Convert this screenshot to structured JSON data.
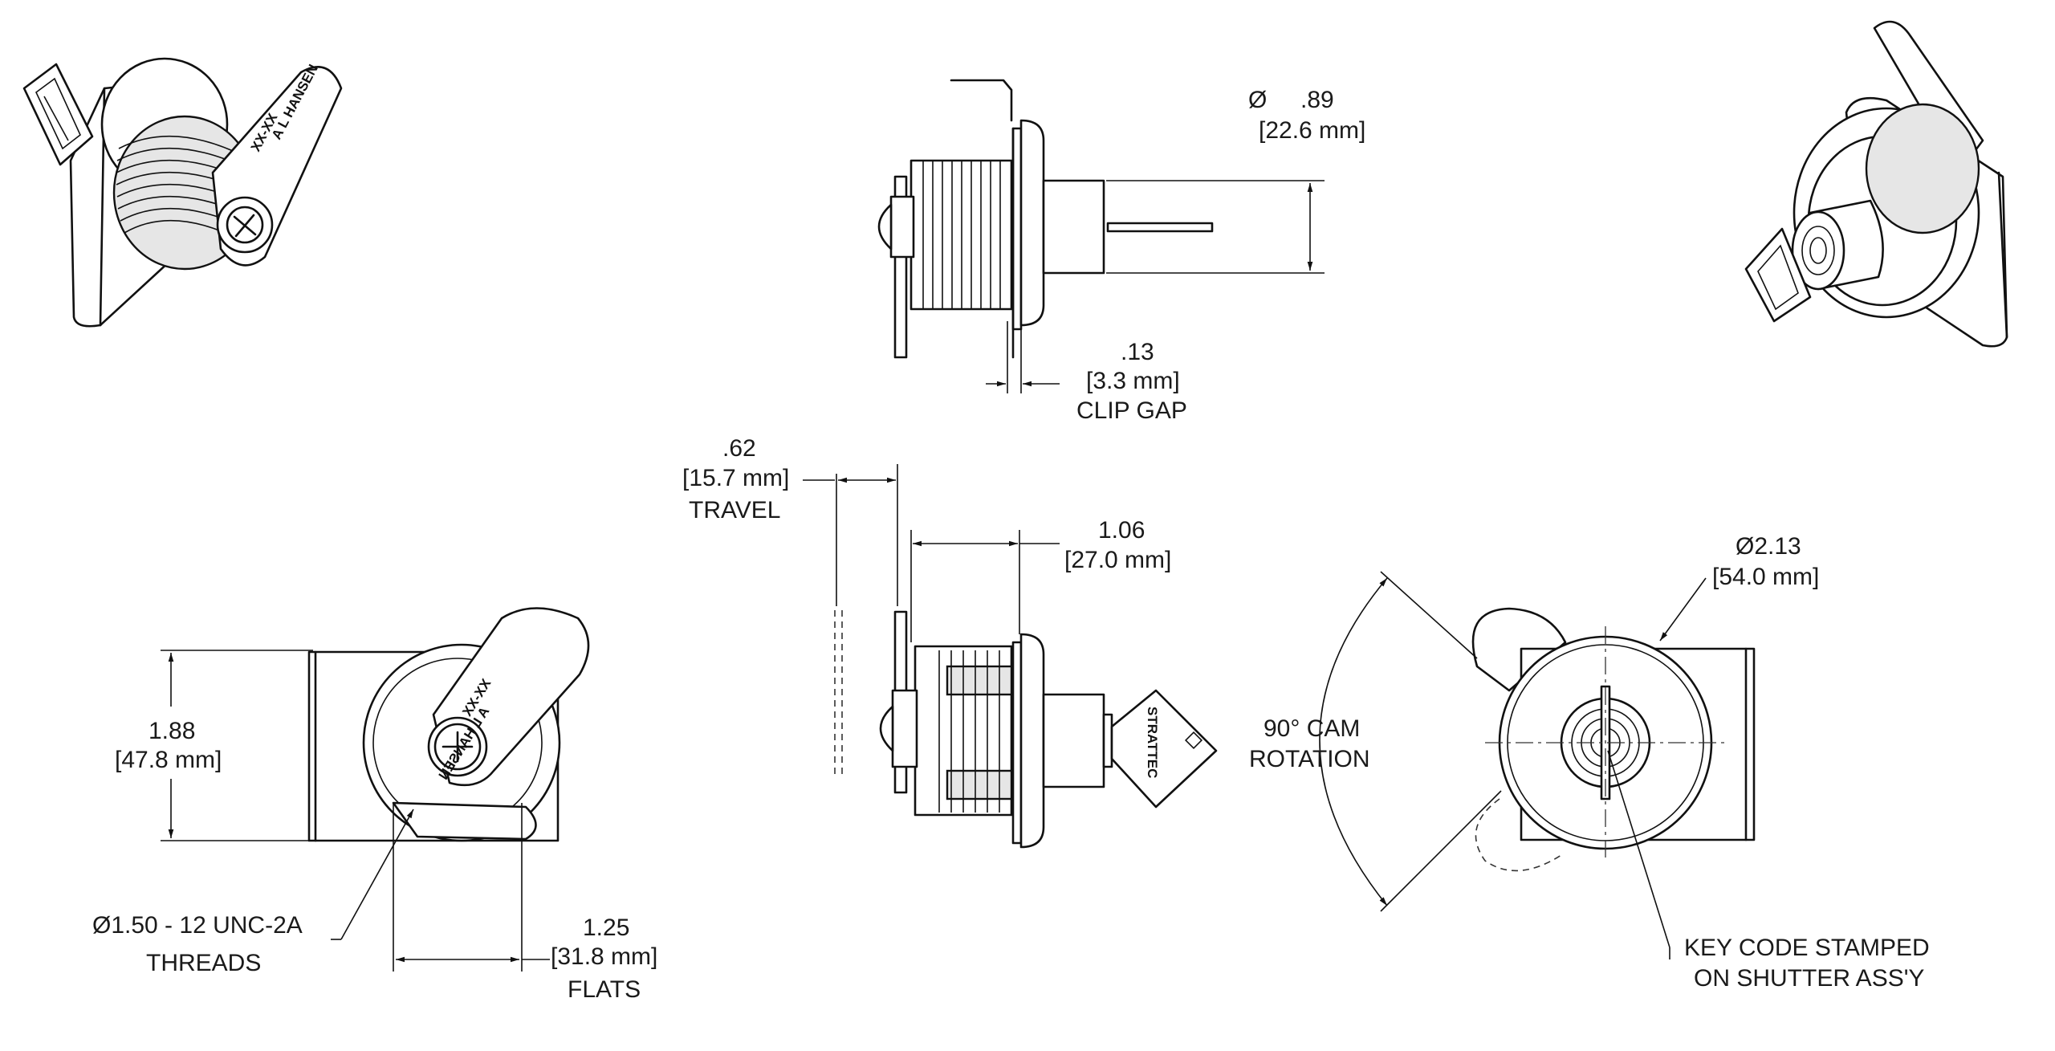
{
  "labels": {
    "top_dia_symbol": "Ø",
    "top_dia_in": ".89",
    "top_dia_mm": "[22.6 mm]",
    "clip_gap_in": ".13",
    "clip_gap_mm": "[3.3 mm]",
    "clip_gap_caption": "CLIP GAP",
    "travel_in": ".62",
    "travel_mm": "[15.7 mm]",
    "travel_caption": "TRAVEL",
    "length_in": "1.06",
    "length_mm": "[27.0 mm]",
    "height_in": "1.88",
    "height_mm": "[47.8 mm]",
    "threads_spec": "Ø1.50 - 12 UNC-2A",
    "threads_caption": "THREADS",
    "flats_in": "1.25",
    "flats_mm": "[31.8 mm]",
    "flats_caption": "FLATS",
    "face_dia_in": "Ø2.13",
    "face_dia_mm": "[54.0 mm]",
    "rotation_line1": "90° CAM",
    "rotation_line2": "ROTATION",
    "keycode_line1": "KEY CODE STAMPED",
    "keycode_line2": "ON SHUTTER ASS'Y"
  },
  "stamps": {
    "cam_brand": "A L HANSEN",
    "cam_code": "XX-XX",
    "key_brand": "STRATTEC"
  }
}
